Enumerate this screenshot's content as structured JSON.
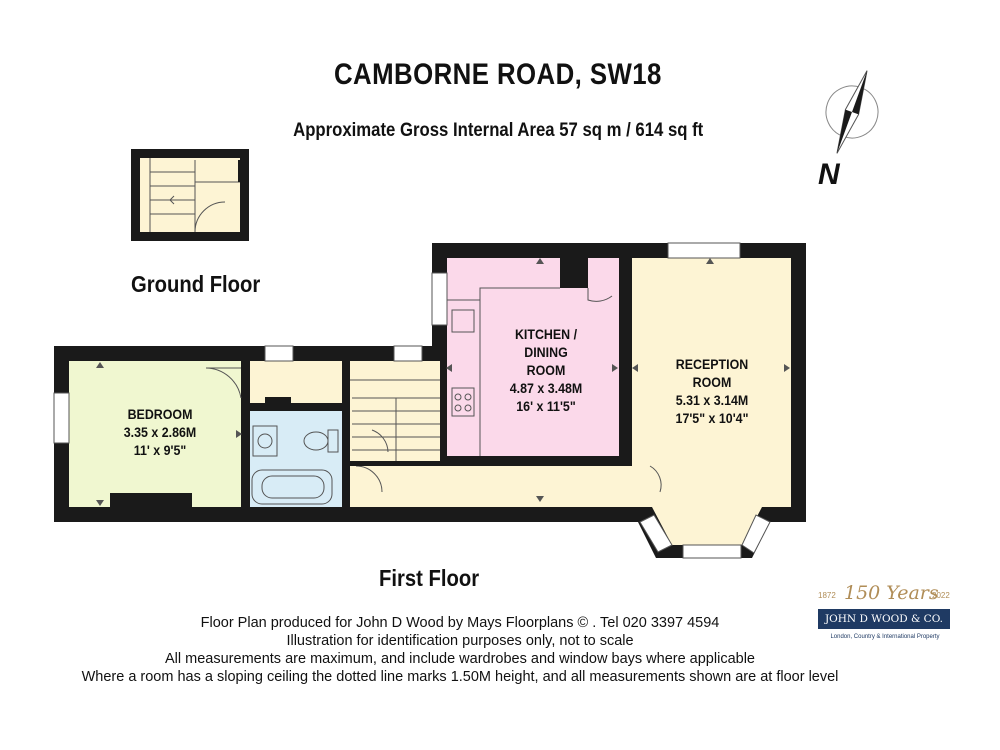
{
  "title": "CAMBORNE ROAD, SW18",
  "subtitle": "Approximate Gross Internal Area 57 sq m /  614 sq ft",
  "compass": {
    "label": "N"
  },
  "floors": {
    "ground": "Ground Floor",
    "first": "First Floor"
  },
  "rooms": {
    "bedroom": {
      "name": "BEDROOM",
      "metric": "3.35 x 2.86M",
      "imperial": "11' x 9'5\"",
      "color": "#f0f7d0"
    },
    "kitchen": {
      "name_line1": "KITCHEN /",
      "name_line2": "DINING",
      "name_line3": "ROOM",
      "metric": "4.87 x 3.48M",
      "imperial": "16' x 11'5\"",
      "color": "#fbd9ea"
    },
    "reception": {
      "name_line1": "RECEPTION",
      "name_line2": "ROOM",
      "metric": "5.31 x 3.14M",
      "imperial": "17'5\" x 10'4\"",
      "color": "#fdf4d4"
    },
    "bathroom_color": "#d8ecf6",
    "hall_color": "#fdf4d4",
    "wall_color": "#1a1a1a"
  },
  "footer": {
    "line1": "Floor Plan produced for John D Wood by Mays Floorplans  © . Tel 020 3397 4594",
    "line2": "Illustration for identification purposes only, not to scale",
    "line3": "All measurements are maximum, and include wardrobes and window bays where applicable",
    "line4": "Where a room has a sloping ceiling the dotted line marks 1.50M height, and all measurements shown are at floor level"
  },
  "logo": {
    "year_start": "1872",
    "year_end": "2022",
    "anniversary": "150 Years",
    "brand": "JOHN D WOOD & CO.",
    "tagline": "London, Country & International Property",
    "brand_color": "#1f3a63",
    "gold_color": "#b08d57"
  }
}
